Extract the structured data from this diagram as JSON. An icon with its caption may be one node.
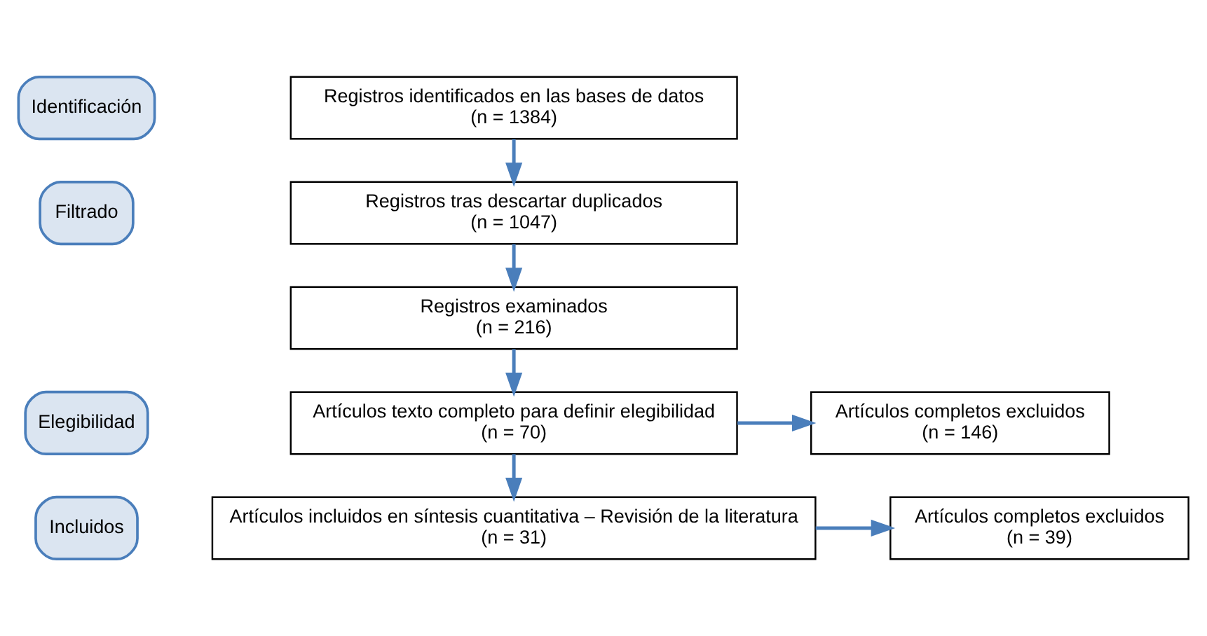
{
  "diagram": {
    "nodes": [
      {
        "text": [
          "Identificación"
        ]
      },
      {
        "text": [
          "Filtrado"
        ]
      },
      {
        "text": [
          "Elegibilidad"
        ]
      },
      {
        "text": [
          "Incluidos"
        ]
      },
      {
        "text": [
          "Registros identificados en las bases de datos",
          "(n = 1384)"
        ]
      },
      {
        "text": [
          "Registros tras descartar duplicados",
          "(n = 1047)"
        ]
      },
      {
        "text": [
          "Registros examinados",
          "(n = 216)"
        ]
      },
      {
        "text": [
          "Artículos texto completo para definir elegibilidad",
          "(n = 70)"
        ]
      },
      {
        "text": [
          "Artículos completos excluidos",
          "(n = 146)"
        ]
      },
      {
        "text": [
          "Artículos incluidos en síntesis cuantitativa – Revisión de la literatura",
          "(n = 31)"
        ]
      },
      {
        "text": [
          "Artículos completos excluidos",
          "(n = 39)"
        ]
      }
    ],
    "edges": [
      {
        "from": 4,
        "to": 5,
        "arrow": "to"
      },
      {
        "from": 5,
        "to": 6,
        "arrow": "to"
      },
      {
        "from": 6,
        "to": 7,
        "arrow": "to"
      },
      {
        "from": 7,
        "to": 8,
        "arrow": "to"
      },
      {
        "from": 7,
        "to": 9,
        "arrow": "to"
      },
      {
        "from": 9,
        "to": 10,
        "arrow": "to"
      }
    ]
  }
}
